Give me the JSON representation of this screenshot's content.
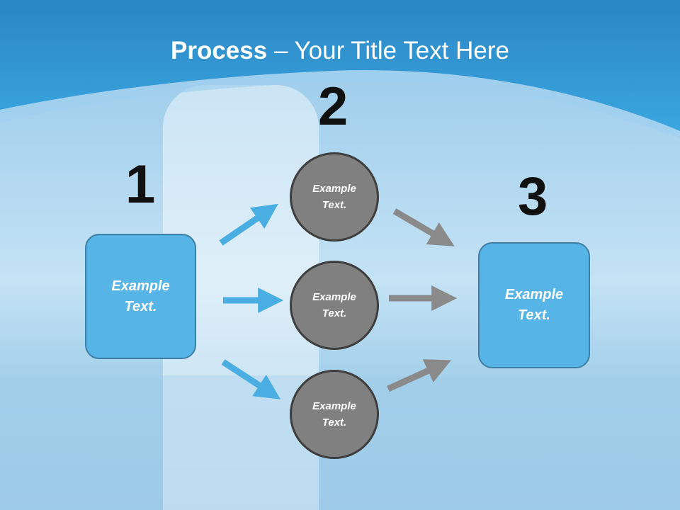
{
  "title": {
    "bold": "Process",
    "rest": " – Your Title Text Here"
  },
  "numbers": [
    "1",
    "2",
    "3"
  ],
  "left_box": "Example\nText.",
  "right_box": "Example\nText.",
  "circles": [
    "Example\nText.",
    "Example\nText.",
    "Example\nText."
  ],
  "colors": {
    "header": "#2e9bd6",
    "box": "#56b4e6",
    "circle": "#808080",
    "arrow_blue": "#4aaee3",
    "arrow_gray": "#8a8a8a"
  }
}
